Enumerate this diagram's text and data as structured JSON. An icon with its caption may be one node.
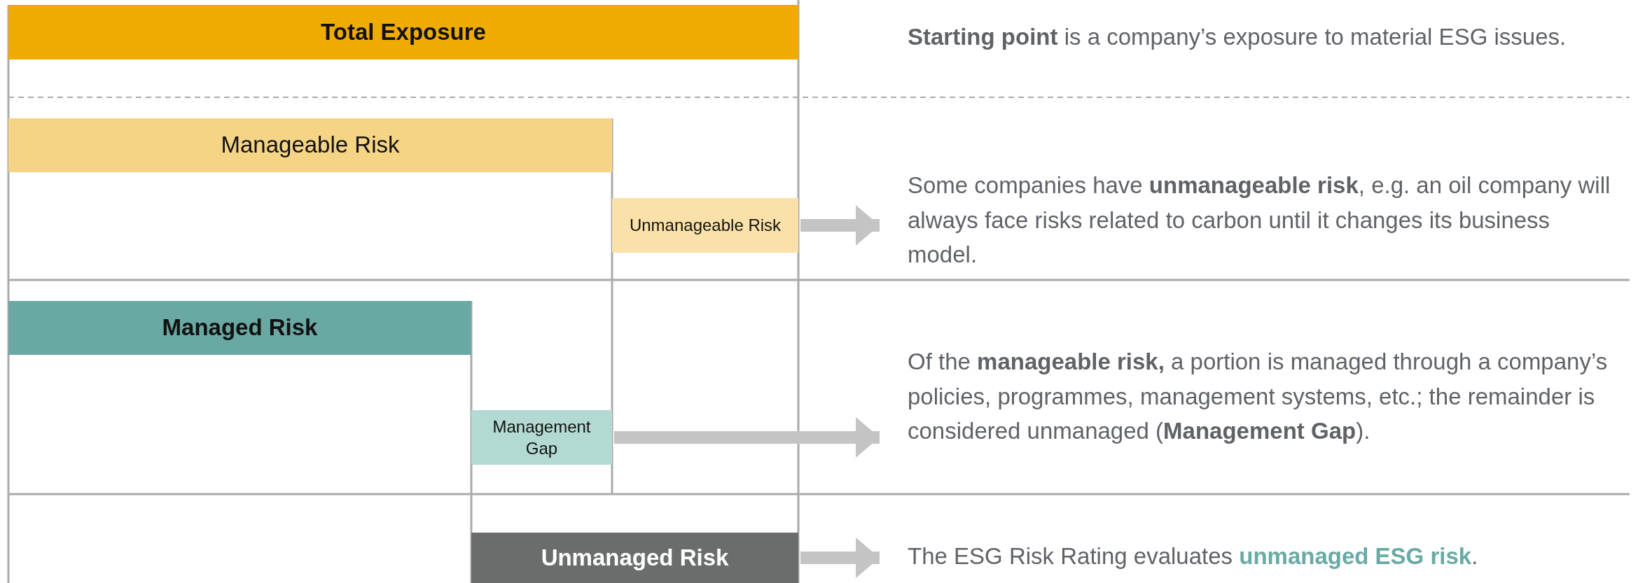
{
  "diagram": {
    "nodes": [
      {
        "text": [
          "Total Exposure"
        ]
      },
      {
        "text": [
          "Manageable Risk"
        ]
      },
      {
        "text": [
          "Unmanageable Risk"
        ]
      },
      {
        "text": [
          "Managed Risk"
        ]
      },
      {
        "text": [
          "Management Gap"
        ]
      },
      {
        "text": [
          "Unmanaged Risk"
        ]
      },
      {
        "text": [
          "Some companies have **unmanageable risk**, e.g. an oil company will always face risks related to carbon until it changes its business model."
        ]
      },
      {
        "text": [
          "Of the **manageable risk,** a portion is managed through a company’s policies, programmes, management systems, etc.; the remainder is considered unmanaged (**Management Gap**)."
        ]
      },
      {
        "text": [
          "The ESG Risk Rating evaluates **unmanaged ESG risk**."
        ]
      }
    ],
    "edges": [
      {
        "from": 2,
        "to": 6,
        "arrow": "to"
      },
      {
        "from": 4,
        "to": 7,
        "arrow": "to"
      },
      {
        "from": 5,
        "to": 8,
        "arrow": "to"
      }
    ],
    "labels": [
      "**Starting point** is a company’s exposure to material ESG issues."
    ]
  }
}
